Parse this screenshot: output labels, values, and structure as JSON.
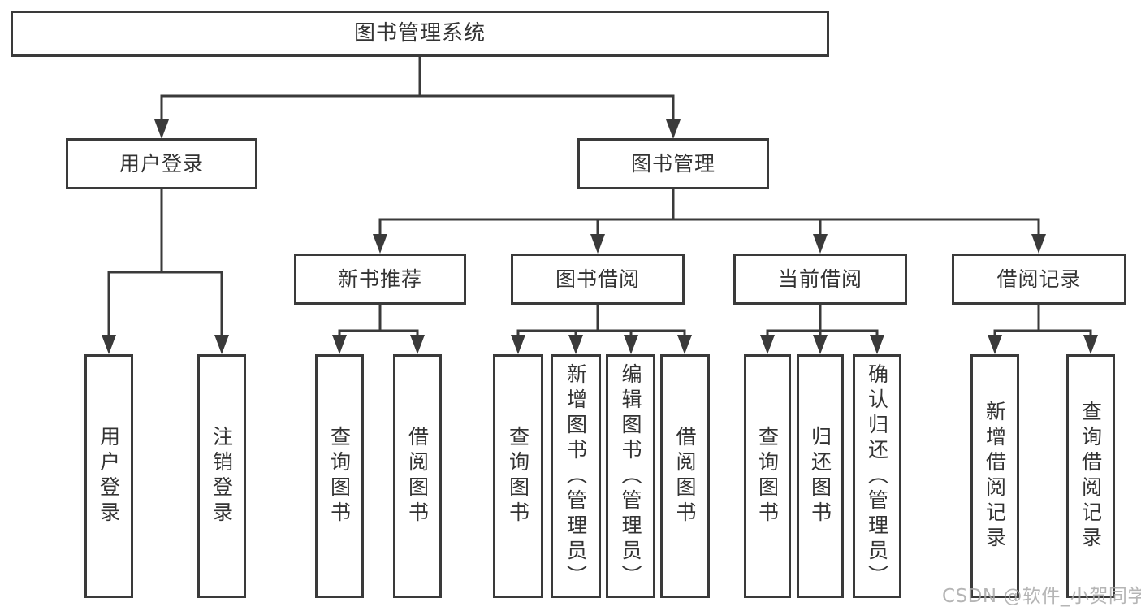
{
  "watermark": "CSDN @软件_小贺同学",
  "colors": {
    "line": "#3a3a3a",
    "text": "#333333",
    "background": "#ffffff",
    "watermark": "rgba(168,168,168,0.85)"
  },
  "tree": {
    "label": "图书管理系统",
    "children": [
      {
        "label": "用户登录",
        "children": [
          {
            "label": "用户登录"
          },
          {
            "label": "注销登录"
          }
        ]
      },
      {
        "label": "图书管理",
        "children": [
          {
            "label": "新书推荐",
            "children": [
              {
                "label": "查询图书"
              },
              {
                "label": "借阅图书"
              }
            ]
          },
          {
            "label": "图书借阅",
            "children": [
              {
                "label": "查询图书"
              },
              {
                "label": "新增图书（管理员）"
              },
              {
                "label": "编辑图书（管理员）"
              },
              {
                "label": "借阅图书"
              }
            ]
          },
          {
            "label": "当前借阅",
            "children": [
              {
                "label": "查询图书"
              },
              {
                "label": "归还图书"
              },
              {
                "label": "确认归还（管理员）"
              }
            ]
          },
          {
            "label": "借阅记录",
            "children": [
              {
                "label": "新增借阅记录"
              },
              {
                "label": "查询借阅记录"
              }
            ]
          }
        ]
      }
    ]
  }
}
